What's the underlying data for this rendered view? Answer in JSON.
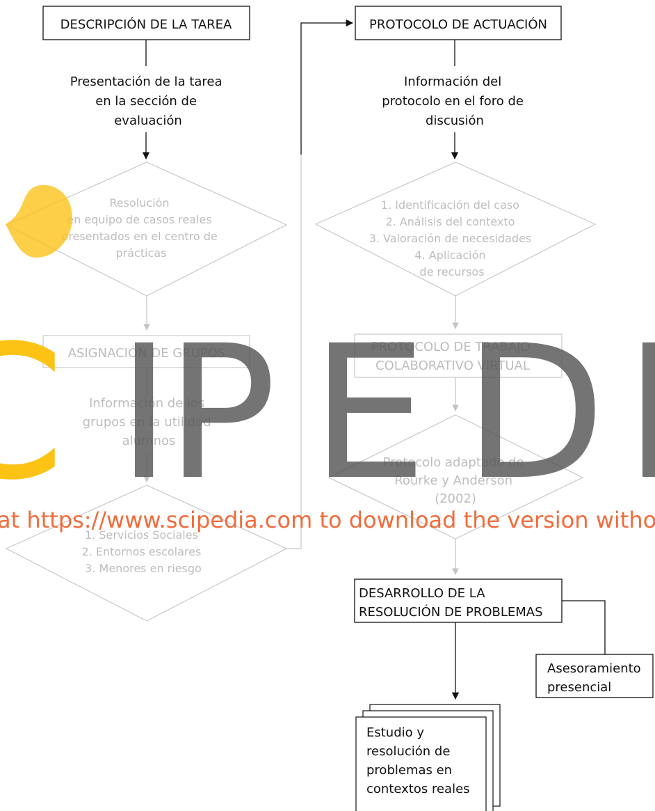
{
  "left_column": {
    "box1": {
      "label": "DESCRIPCIÓN DE LA TAREA"
    },
    "text1": [
      "Presentación de la tarea",
      "en la sección de",
      "evaluación"
    ],
    "diamond1": [
      "Resolución",
      "en equipo de casos reales",
      "presentados en el centro de",
      "prácticas"
    ],
    "box2": {
      "label": "ASIGNACIÓN DE GRUPOS"
    },
    "text2": [
      "Información de los",
      "grupos en la utilidad",
      "alumnos"
    ],
    "diamond2": [
      "1. Servicios Sociales",
      "2. Entornos escolares",
      "3. Menores en riesgo"
    ]
  },
  "right_column": {
    "box1": {
      "label": "PROTOCOLO DE ACTUACIÓN"
    },
    "text1": [
      "Información del",
      "protocolo en el foro de",
      "discusión"
    ],
    "diamond1": [
      "1. Identificación del caso",
      "2. Análisis del contexto",
      "3. Valoración de necesidades",
      "4. Aplicación",
      "de recursos"
    ],
    "box2": [
      "PROTOCOLO DE TRABAJO",
      "COLABORATIVO VIRTUAL"
    ],
    "diamond2": [
      "Protocolo adaptado de",
      "Rourke y Anderson",
      "(2002)"
    ],
    "box3": [
      "DESARROLLO DE LA",
      "RESOLUCIÓN DE PROBLEMAS"
    ],
    "side_box": [
      "Asesoramiento",
      "presencial"
    ],
    "doc_stack": [
      "Estudio y",
      "resolución de",
      "problemas en",
      "contextos reales"
    ]
  },
  "watermark": {
    "letters": [
      "C",
      "I",
      "P",
      "E",
      "D",
      "I"
    ],
    "banner": "at https://www.scipedia.com to download the version without",
    "colors": {
      "c": "#fcc214",
      "letters": "#555555",
      "banner": "#f26b3a",
      "drop": "#fcc214"
    }
  }
}
